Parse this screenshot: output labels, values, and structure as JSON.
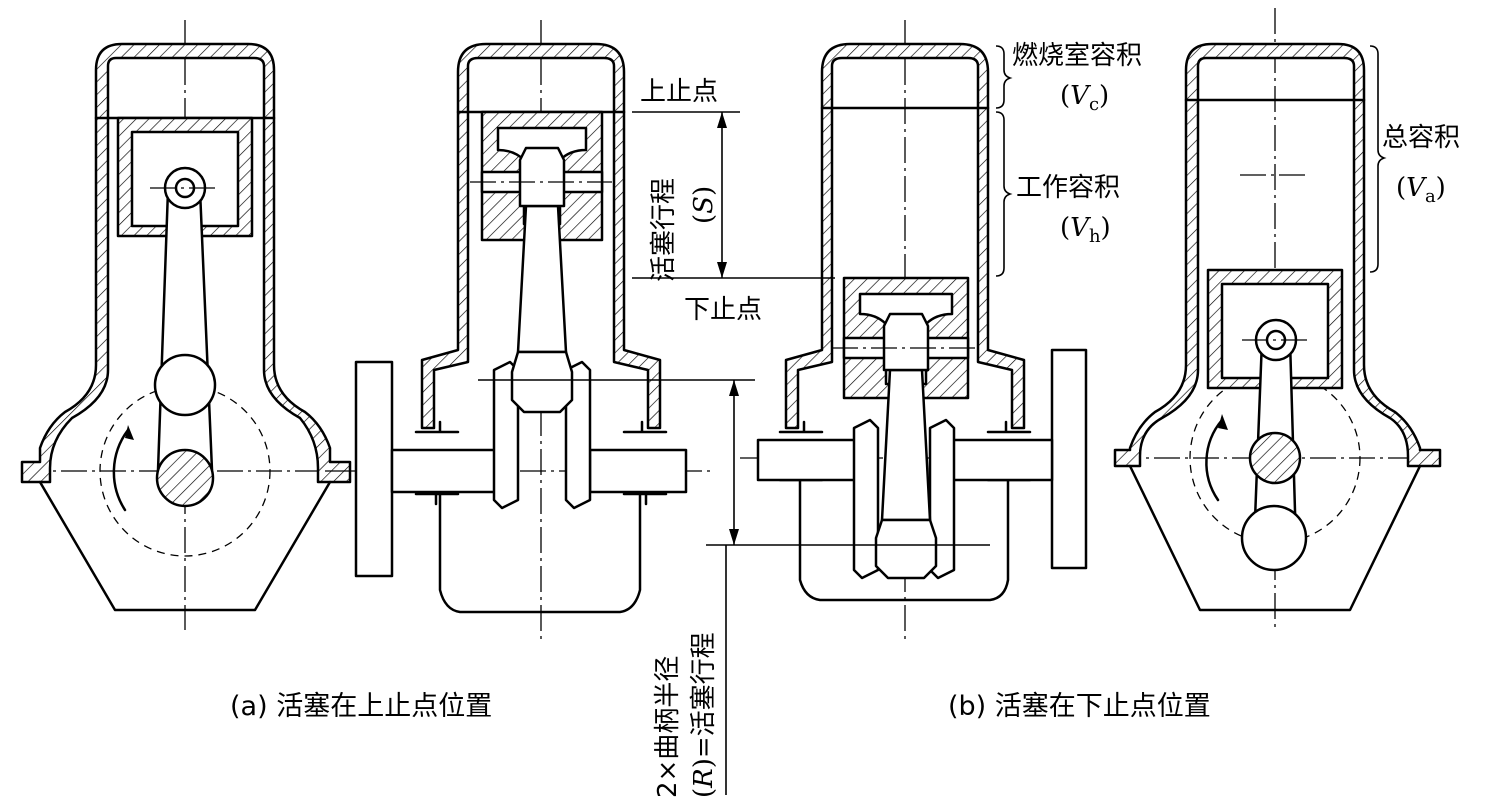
{
  "labels": {
    "tdc": "上止点",
    "bdc": "下止点",
    "stroke_label": "活塞行程",
    "stroke_symbol": "S",
    "combustion_volume": "燃烧室容积",
    "combustion_symbol": "V",
    "combustion_sub": "c",
    "working_volume": "工作容积",
    "working_symbol": "V",
    "working_sub": "h",
    "total_volume": "总容积",
    "total_symbol": "V",
    "total_sub": "a",
    "crank_line1": "2×曲柄半径",
    "crank_line2_symbol": "R",
    "crank_line2_rest": ")=活塞行程"
  },
  "captions": {
    "a": "(a) 活塞在上止点位置",
    "b": "(b) 活塞在下止点位置"
  }
}
